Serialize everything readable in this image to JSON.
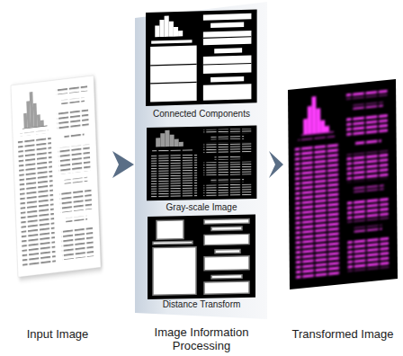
{
  "diagram": {
    "nodes": [
      {
        "text": [
          "Input Image"
        ]
      },
      {
        "text": [
          "Image Information Processing"
        ]
      },
      {
        "text": [
          "Connected Components"
        ],
        "in": 1
      },
      {
        "text": [
          "Gray-scale Image"
        ],
        "in": 1
      },
      {
        "text": [
          "Distance Transform"
        ],
        "in": 1
      },
      {
        "text": [
          "Transformed Image"
        ]
      }
    ],
    "edges": [
      {
        "from": 0,
        "to": 1,
        "arrow": "to"
      },
      {
        "from": 1,
        "to": 5,
        "arrow": "to"
      }
    ]
  }
}
